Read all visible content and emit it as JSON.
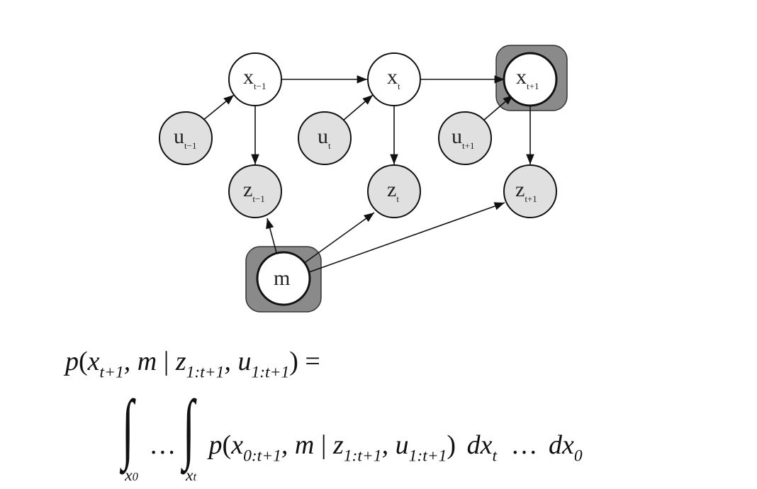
{
  "diagram": {
    "nodes": {
      "x_prev": {
        "main": "x",
        "sub": "t−1"
      },
      "x_t": {
        "main": "x",
        "sub": "t"
      },
      "x_next": {
        "main": "x",
        "sub": "t+1"
      },
      "u_prev": {
        "main": "u",
        "sub": "t−1"
      },
      "u_t": {
        "main": "u",
        "sub": "t"
      },
      "u_next": {
        "main": "u",
        "sub": "t+1"
      },
      "z_prev": {
        "main": "z",
        "sub": "t−1"
      },
      "z_t": {
        "main": "z",
        "sub": "t"
      },
      "z_next": {
        "main": "z",
        "sub": "t+1"
      },
      "m": {
        "main": "m"
      }
    },
    "colors": {
      "observed_fill": "#e0e0e0",
      "hidden_fill": "#ffffff",
      "highlight_box": "#8a8a8a",
      "stroke": "#111111"
    }
  },
  "equation": {
    "line1": {
      "p": "p",
      "x": "x",
      "x_sub": "t+1",
      "comma_m": ", m",
      "bar": "|",
      "z": "z",
      "z_sub": "1:t+1",
      "comma_u": ", u",
      "u_sub": "1:t+1",
      "close": ") ="
    },
    "line2": {
      "int1_sub": "x",
      "int1_subsub": "0",
      "dots": "…",
      "int2_sub": "x",
      "int2_subsub": "t",
      "p": "p",
      "x": "x",
      "x_sub": "0:t+1",
      "comma_m": ", m",
      "bar": "|",
      "z": "z",
      "z_sub": "1:t+1",
      "comma_u": ", u",
      "u_sub": "1:t+1",
      "close": ")",
      "dx1": "dx",
      "dx1_sub": "t",
      "dots2": "…",
      "dx2": "dx",
      "dx2_sub": "0"
    }
  }
}
